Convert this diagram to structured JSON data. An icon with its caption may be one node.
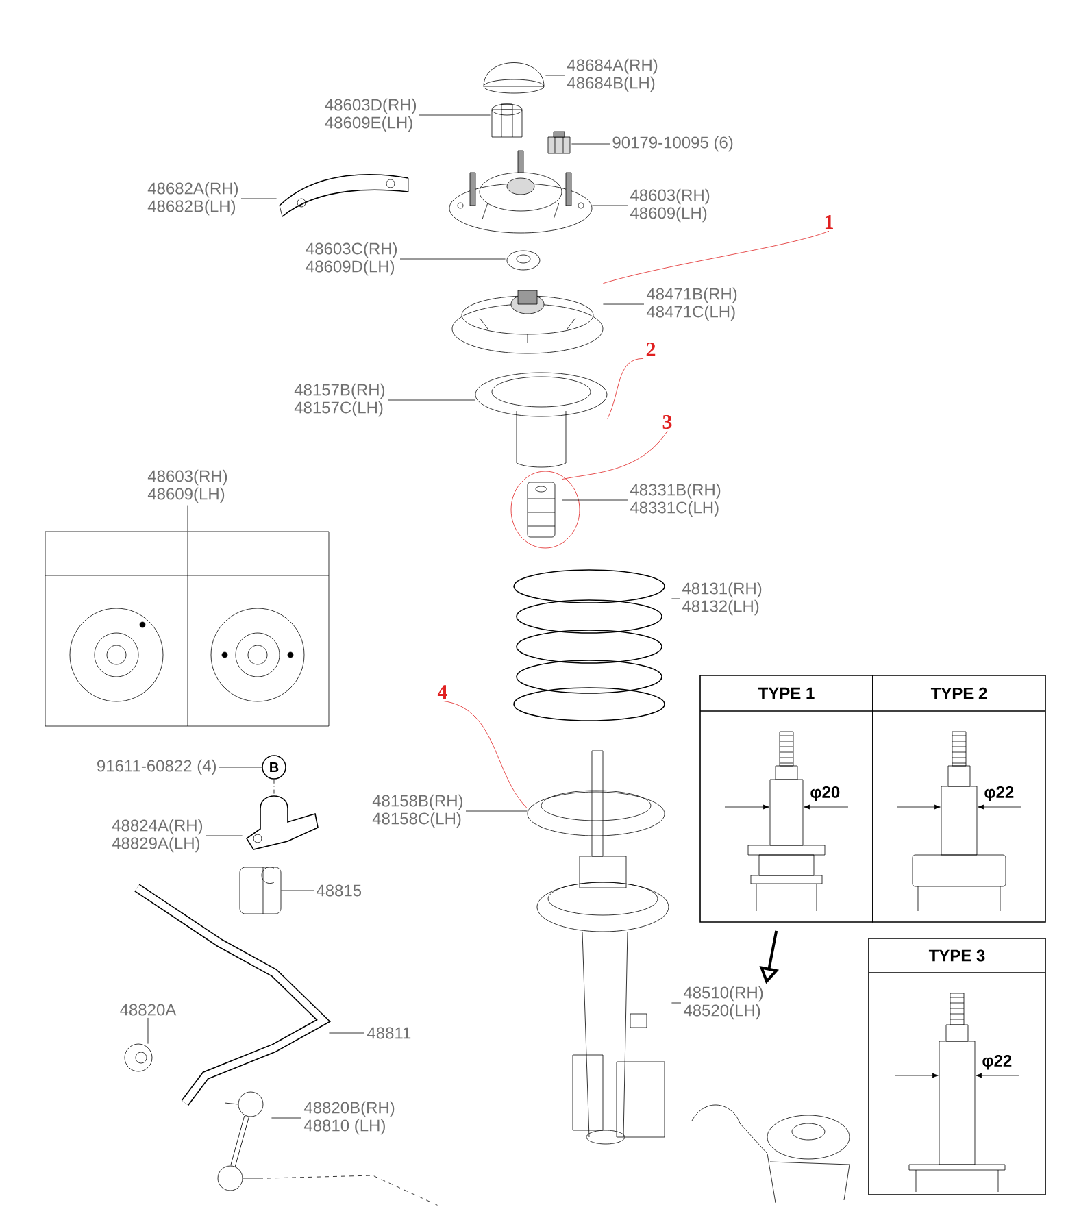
{
  "diagram": {
    "nodes": [
      {
        "text": [
          "48684A(RH)",
          "48684B(LH)"
        ]
      },
      {
        "text": [],
        "shape": "picture"
      },
      {
        "text": [
          "48603D(RH)",
          "48609E(LH)"
        ]
      },
      {
        "text": [],
        "shape": "picture"
      },
      {
        "text": [
          "90179-10095 (6)"
        ]
      },
      {
        "text": [],
        "shape": "picture"
      },
      {
        "text": [
          "48682A(RH)",
          "48682B(LH)"
        ]
      },
      {
        "text": [],
        "shape": "picture"
      },
      {
        "text": [
          "48603(RH)",
          "48609(LH)"
        ]
      },
      {
        "text": [],
        "shape": "picture"
      },
      {
        "text": [
          "48603C(RH)",
          "48609D(LH)"
        ]
      },
      {
        "text": [],
        "shape": "picture"
      },
      {
        "text": [
          "48471B(RH)",
          "48471C(LH)"
        ]
      },
      {
        "text": [],
        "shape": "picture"
      },
      {
        "text": [
          "48157B(RH)",
          "48157C(LH)"
        ]
      },
      {
        "text": [],
        "shape": "picture"
      },
      {
        "text": [
          "48331B(RH)",
          "48331C(LH)"
        ]
      },
      {
        "text": [],
        "shape": "picture"
      },
      {
        "text": [
          "48603(RH)",
          "48609(LH)"
        ]
      },
      {
        "text": [],
        "shape": "box"
      },
      {
        "text": [
          "48131(RH)",
          "48132(LH)"
        ]
      },
      {
        "text": [],
        "shape": "picture"
      },
      {
        "text": [
          "48158B(RH)",
          "48158C(LH)"
        ]
      },
      {
        "text": [],
        "shape": "picture"
      },
      {
        "text": [
          "91611-60822 (4)"
        ]
      },
      {
        "text": [
          "B"
        ]
      },
      {
        "text": [
          "48824A(RH)",
          "48829A(LH)"
        ]
      },
      {
        "text": [],
        "shape": "picture"
      },
      {
        "text": [
          "48815"
        ]
      },
      {
        "text": [],
        "shape": "picture"
      },
      {
        "text": [
          "48820A"
        ]
      },
      {
        "text": [],
        "shape": "picture"
      },
      {
        "text": [
          "48811"
        ]
      },
      {
        "text": [],
        "shape": "picture"
      },
      {
        "text": [
          "48820B(RH)",
          "48810 (LH)"
        ]
      },
      {
        "text": [],
        "shape": "picture"
      },
      {
        "text": [
          "48510(RH)",
          "48520(LH)"
        ]
      },
      {
        "text": [],
        "shape": "picture"
      },
      {
        "text": [
          "1"
        ]
      },
      {
        "text": [
          "2"
        ]
      },
      {
        "text": [
          "3"
        ]
      },
      {
        "text": [
          "4"
        ]
      },
      {
        "text": [
          "TYPE 1"
        ]
      },
      {
        "text": [
          "TYPE 2"
        ]
      },
      {
        "text": [
          "TYPE 3"
        ]
      }
    ],
    "edges": [
      {
        "from": 0,
        "to": 1,
        "arrow": "none"
      },
      {
        "from": 2,
        "to": 3,
        "arrow": "none"
      },
      {
        "from": 4,
        "to": 5,
        "arrow": "none"
      },
      {
        "from": 6,
        "to": 7,
        "arrow": "none"
      },
      {
        "from": 8,
        "to": 9,
        "arrow": "none"
      },
      {
        "from": 10,
        "to": 11,
        "arrow": "none"
      },
      {
        "from": 12,
        "to": 13,
        "arrow": "none"
      },
      {
        "from": 14,
        "to": 15,
        "arrow": "none"
      },
      {
        "from": 16,
        "to": 17,
        "arrow": "none"
      },
      {
        "from": 18,
        "to": 19,
        "arrow": "none"
      },
      {
        "from": 20,
        "to": 21,
        "arrow": "none"
      },
      {
        "from": 22,
        "to": 23,
        "arrow": "none"
      },
      {
        "from": 24,
        "to": 25,
        "arrow": "none"
      },
      {
        "from": 25,
        "to": 27,
        "arrow": "none",
        "style": "dashed"
      },
      {
        "from": 26,
        "to": 27,
        "arrow": "none"
      },
      {
        "from": 28,
        "to": 29,
        "arrow": "none"
      },
      {
        "from": 30,
        "to": 31,
        "arrow": "none"
      },
      {
        "from": 32,
        "to": 33,
        "arrow": "none"
      },
      {
        "from": 34,
        "to": 35,
        "arrow": "none"
      },
      {
        "from": 36,
        "to": 37,
        "arrow": "none"
      },
      {
        "from": 38,
        "to": 13,
        "arrow": "none",
        "color": "#e02020"
      },
      {
        "from": 39,
        "to": 15,
        "arrow": "none",
        "color": "#e02020"
      },
      {
        "from": 40,
        "to": 17,
        "arrow": "none",
        "color": "#e02020"
      },
      {
        "from": 41,
        "to": 23,
        "arrow": "none",
        "color": "#e02020"
      },
      {
        "from": 42,
        "to": 36,
        "arrow": "to",
        "style": "thick"
      }
    ],
    "labels": [
      "φ20",
      "φ22",
      "φ22"
    ]
  }
}
